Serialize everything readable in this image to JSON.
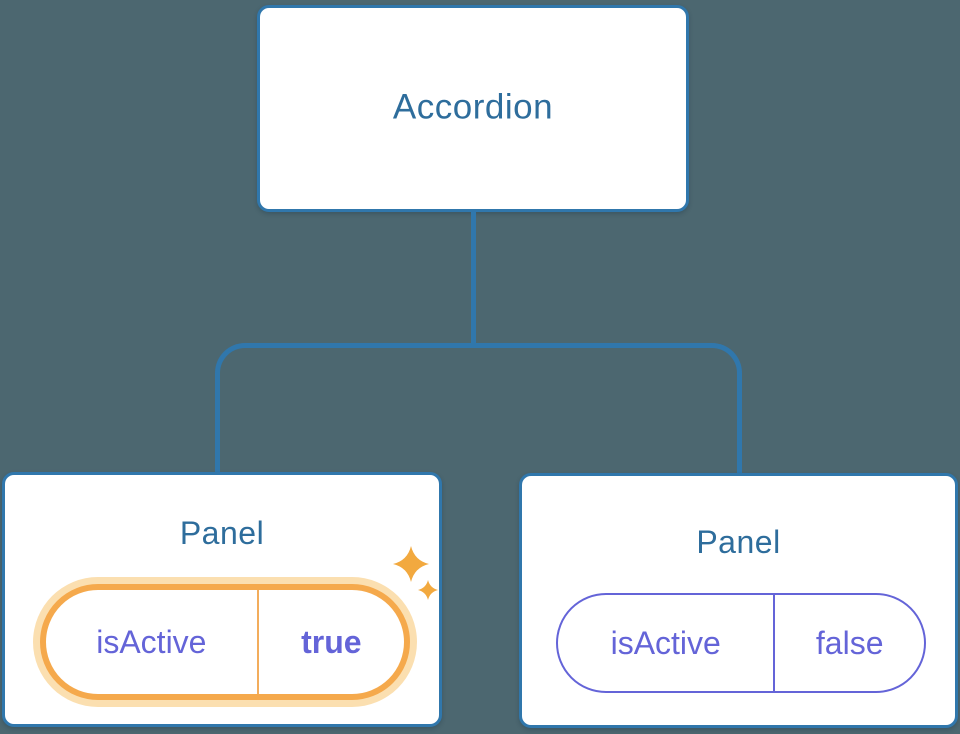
{
  "diagram": {
    "description": "React component tree showing an Accordion parent with two Panel children holding isActive state",
    "root": {
      "label": "Accordion"
    },
    "panels": [
      {
        "label": "Panel",
        "prop_name": "isActive",
        "prop_value": "true",
        "highlighted": true,
        "icon": "sparkle-icon"
      },
      {
        "label": "Panel",
        "prop_name": "isActive",
        "prop_value": "false",
        "highlighted": false
      }
    ],
    "icons": {
      "sparkle-icon": "✦"
    },
    "colors": {
      "background": "#4C6770",
      "line_blue": "#3077AC",
      "text_blue": "#2E6D9C",
      "node_fill": "#FFFFFF",
      "state_purple": "#6464D8",
      "highlight_orange": "#F2A93F",
      "highlight_orange_border": "#F5A94C",
      "highlight_orange_light": "#FBDFB0",
      "highlight_divider": "#F3AD5C"
    }
  }
}
